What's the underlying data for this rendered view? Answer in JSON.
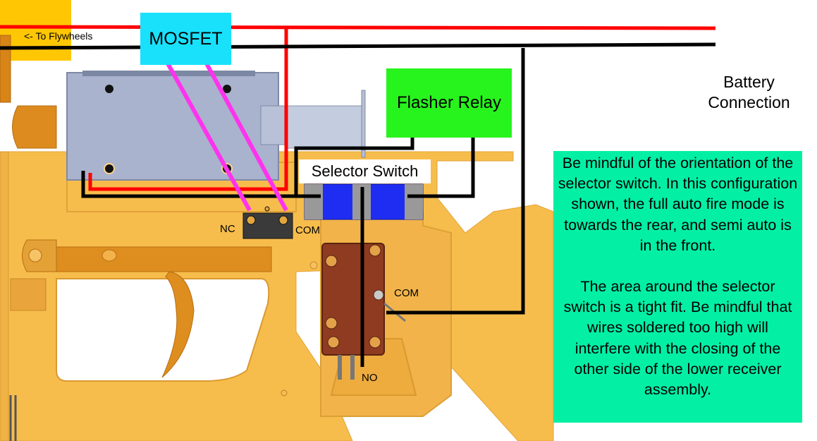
{
  "labels": {
    "to_flywheels": "<- To Flywheels",
    "mosfet": "MOSFET",
    "flasher_relay": "Flasher Relay",
    "battery_connection": "Battery Connection",
    "selector_switch": "Selector Switch",
    "nc": "NC",
    "com_top": "COM",
    "com_side": "COM",
    "no": "NO"
  },
  "note": {
    "paragraph_1": "Be mindful of the orientation of the selector switch. In this configuration shown, the full auto fire mode is towards the rear, and semi auto is in the front.",
    "paragraph_2": "The area around the selector switch is a tight fit. Be mindful that wires soldered too high will interfere with the closing of the other side of the lower receiver assembly."
  },
  "colors": {
    "receiver": "#f6bb4b",
    "receiver_dark": "#d48a1e",
    "trigger": "#dd8e1f",
    "motor_housing": "#a9b3cd",
    "wire_positive": "#ff0000",
    "wire_negative": "#000000",
    "wire_signal": "#ff33ee",
    "mosfet": "#19e1fb",
    "flasher_relay": "#27f41d",
    "battery": "#ffc703",
    "selector_switch": "#1f2df2",
    "microswitch": "#8e3b22",
    "note_background": "#03f0a4"
  }
}
